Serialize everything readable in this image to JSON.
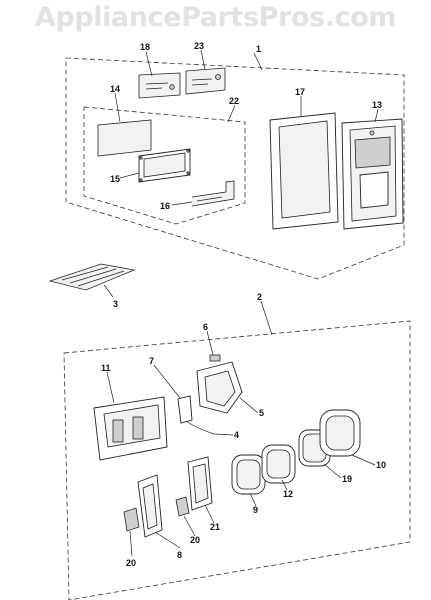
{
  "watermark": "AppliancePartsPros.com",
  "callouts": [
    "1",
    "18",
    "23",
    "14",
    "22",
    "17",
    "13",
    "15",
    "16",
    "3",
    "2",
    "6",
    "11",
    "7",
    "5",
    "4",
    "10",
    "19",
    "12",
    "9",
    "21",
    "20",
    "8"
  ]
}
